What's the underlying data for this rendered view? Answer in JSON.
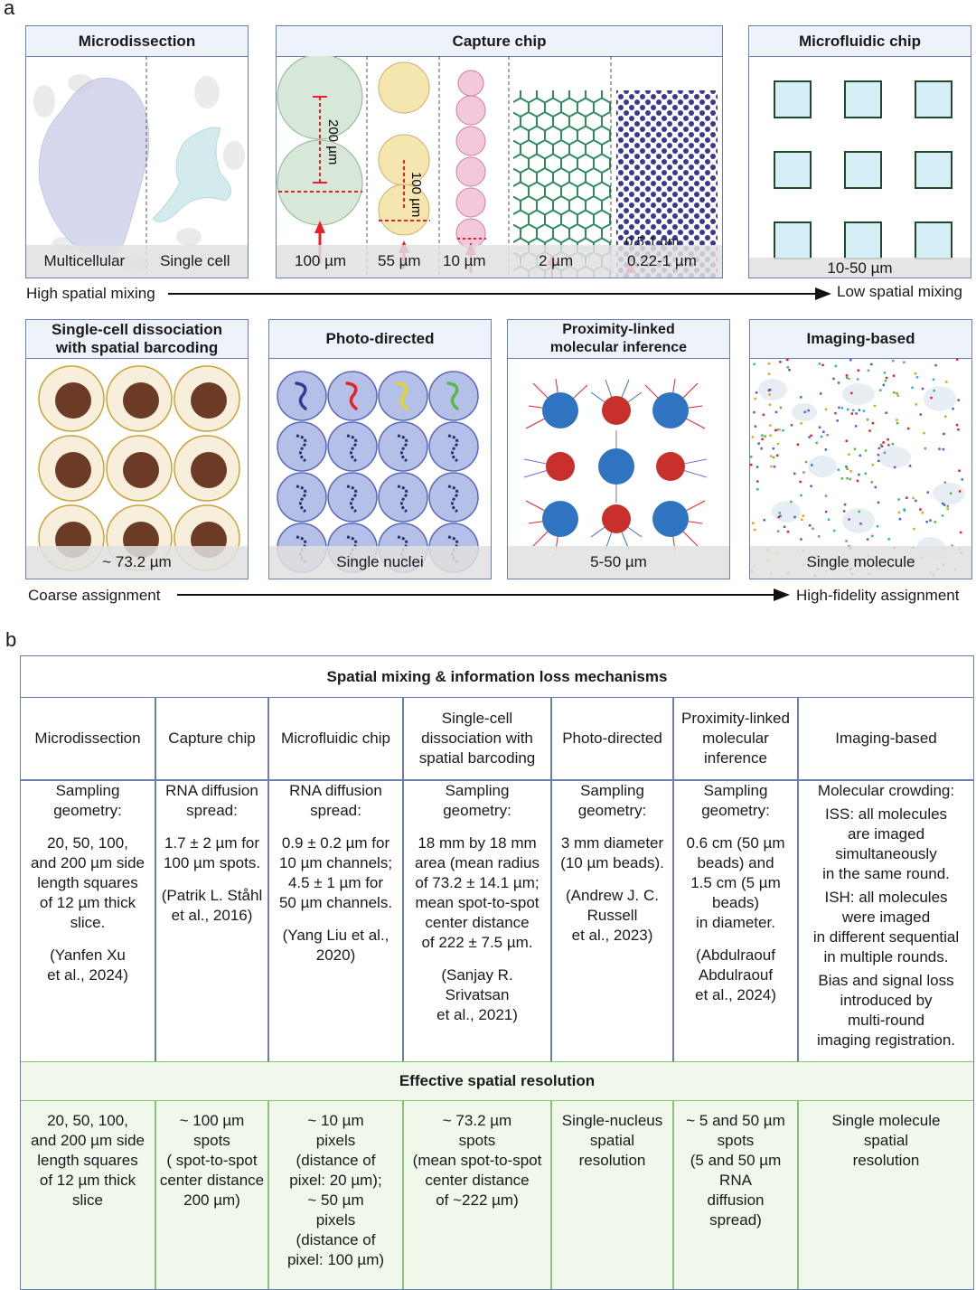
{
  "panel_a": {
    "letter": "a",
    "microdissection": {
      "title": "Microdissection",
      "left_label": "Multicellular",
      "right_label": "Single cell"
    },
    "capture_chip": {
      "title": "Capture chip",
      "labels": [
        "100 µm",
        "55 µm",
        "10 µm",
        "2 µm",
        "0.22-1 µm"
      ],
      "dim_200": "200 µm",
      "dim_100": "100 µm",
      "dim_05": "0.5-1 µm"
    },
    "microfluidic_chip": {
      "title": "Microfluidic chip",
      "label": "10-50 µm"
    },
    "row1_arrow": {
      "left": "High spatial mixing",
      "right": "Low spatial mixing"
    },
    "single_cell": {
      "title_line1": "Single-cell dissociation",
      "title_line2": "with spatial barcoding",
      "label": "~ 73.2 µm"
    },
    "photo_directed": {
      "title": "Photo-directed",
      "label": "Single nuclei"
    },
    "proximity": {
      "title_line1": "Proximity-linked",
      "title_line2": "molecular inference",
      "label": "5-50 µm"
    },
    "imaging": {
      "title": "Imaging-based",
      "label": "Single molecule"
    },
    "row2_arrow": {
      "left": "Coarse assignment",
      "right": "High-fidelity assignment"
    },
    "colors": {
      "border": "#6a7fb0",
      "header_bg": "#eef2fa",
      "arrow_red": "#e8202a",
      "green_cells": "#2f8a5e",
      "dots_purple": "#3b3891"
    }
  },
  "panel_b": {
    "letter": "b",
    "title": "Spatial mixing & information loss mechanisms",
    "columns": [
      "Microdissection",
      "Capture chip",
      "Microfluidic chip",
      "Single-cell\ndissociation with\nspatial barcoding",
      "Photo-directed",
      "Proximity-linked\nmolecular\ninference",
      "Imaging-based"
    ],
    "mechanisms": [
      [
        "Sampling\ngeometry:",
        "20, 50, 100,\nand 200 µm side\nlength squares\nof 12 µm thick\nslice.",
        "(Yanfen Xu\net al., 2024)"
      ],
      [
        "RNA diffusion\nspread:",
        "1.7 ± 2 µm for\n100 µm spots.",
        "(Patrik L. Ståhl\net al., 2016)"
      ],
      [
        "RNA diffusion\nspread:",
        "0.9 ± 0.2 µm for\n10 µm channels;\n4.5 ± 1 µm for\n50 µm channels.",
        "(Yang Liu et al.,\n2020)"
      ],
      [
        "Sampling\ngeometry:",
        "18 mm by 18 mm\narea (mean radius\nof 73.2 ± 14.1 µm;\nmean spot-to-spot\ncenter distance\nof 222 ± 7.5 µm.",
        "(Sanjay R.\nSrivatsan\net al., 2021)"
      ],
      [
        "Sampling\ngeometry:",
        "3 mm diameter\n(10 µm beads).",
        "(Andrew J. C.\nRussell\net al., 2023)"
      ],
      [
        "Sampling\ngeometry:",
        "0.6 cm (50 µm\nbeads) and\n1.5 cm (5 µm\nbeads)\nin diameter.",
        "(Abdulraouf\nAbdulraouf\net al., 2024)"
      ],
      [
        "Molecular crowding:",
        "ISS: all molecules\nare imaged\nsimultaneously\nin the same round.",
        "ISH: all molecules\nwere imaged\nin different sequential\nin multiple rounds.",
        "Bias and signal loss\nintroduced by\nmulti-round\nimaging registration."
      ]
    ],
    "resolution_title": "Effective spatial resolution",
    "resolution": [
      "20, 50, 100,\nand 200 µm side\nlength squares\nof 12 µm thick\nslice",
      "~ 100 µm\nspots\n( spot-to-spot\ncenter distance\n200 µm)",
      "~ 10 µm\npixels\n(distance of\npixel: 20 µm);\n~ 50 µm\npixels\n(distance of\npixel: 100 µm)",
      "~ 73.2 µm\nspots\n(mean spot-to-spot\ncenter distance\nof ~222 µm)",
      "Single-nucleus\nspatial\nresolution",
      "~ 5 and 50 µm\nspots\n(5 and 50 µm\nRNA\ndiffusion\nspread)",
      "Single molecule\nspatial\nresolution"
    ]
  }
}
